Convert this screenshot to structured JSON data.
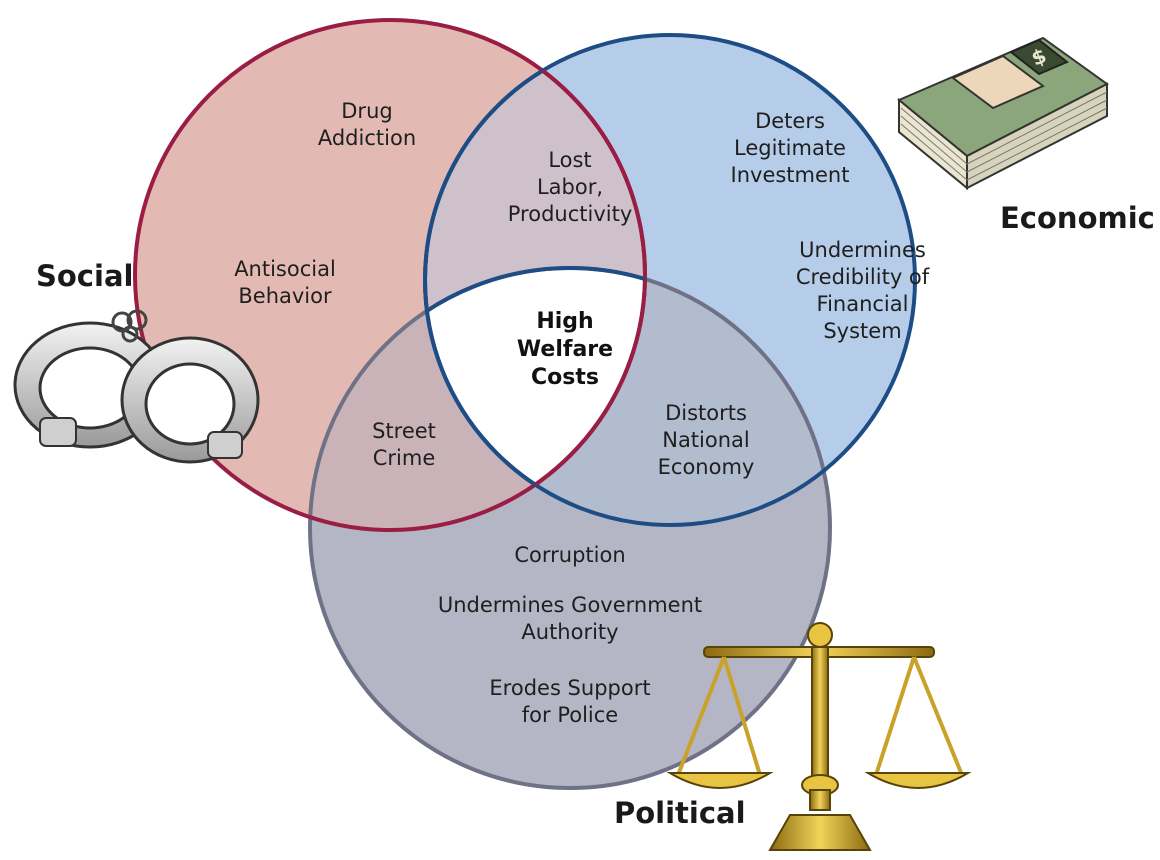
{
  "categories": {
    "social": "Social",
    "economic": "Economic",
    "political": "Political"
  },
  "regions": {
    "social_only": [
      "Drug\nAddiction",
      "Antisocial\nBehavior"
    ],
    "economic_only": [
      "Deters\nLegitimate\nInvestment",
      "Undermines\nCredibility of\nFinancial\nSystem"
    ],
    "political_only": [
      "Corruption",
      "Undermines Government\nAuthority",
      "Erodes Support\nfor Police"
    ],
    "social_economic": "Lost\nLabor,\nProductivity",
    "social_political": "Street\nCrime",
    "economic_political": "Distorts\nNational\nEconomy",
    "center": "High\nWelfare\nCosts"
  },
  "colors": {
    "social_fill": "#e3bab3",
    "social_stroke": "#9a1d44",
    "economic_fill": "#b5cde9",
    "economic_stroke": "#1e4d86",
    "political_fill": "#b4b6c6",
    "political_stroke": "#6f7287",
    "social_economic_fill": "#cfc1cb",
    "social_political_fill": "#c9b3b8",
    "economic_political_fill": "#b1bccf",
    "center_fill": "#ffffff"
  },
  "icons": {
    "social": "handcuffs-icon",
    "economic": "money-stack-icon",
    "political": "scales-of-justice-icon"
  }
}
